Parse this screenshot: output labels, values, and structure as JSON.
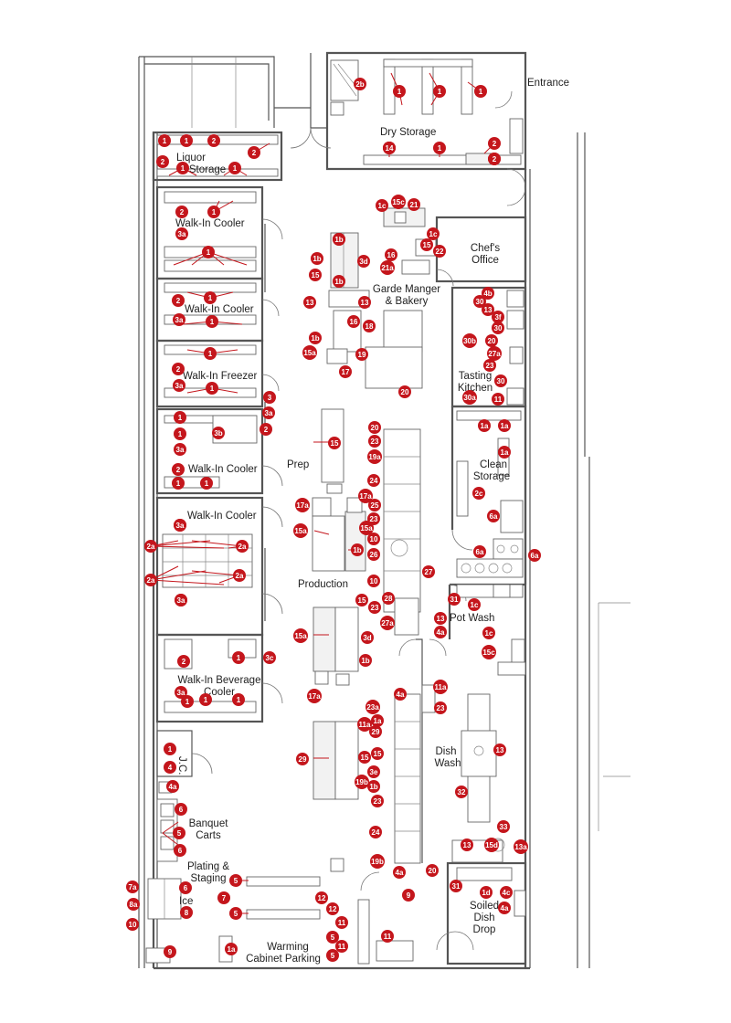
{
  "rooms": [
    {
      "id": "entrance",
      "lines": [
        "Entrance"
      ]
    },
    {
      "id": "dry-storage",
      "lines": [
        "Dry Storage"
      ]
    },
    {
      "id": "liquor-storage",
      "lines": [
        "Liquor",
        "Storage"
      ]
    },
    {
      "id": "walk-in-cooler-1",
      "lines": [
        "Walk-In Cooler"
      ]
    },
    {
      "id": "walk-in-cooler-2",
      "lines": [
        "Walk-In Cooler"
      ]
    },
    {
      "id": "walk-in-freezer",
      "lines": [
        "Walk-In Freezer"
      ]
    },
    {
      "id": "walk-in-cooler-3",
      "lines": [
        "Walk-In Cooler"
      ]
    },
    {
      "id": "walk-in-cooler-4",
      "lines": [
        "Walk-In Cooler"
      ]
    },
    {
      "id": "walk-in-beverage-cooler",
      "lines": [
        "Walk-In Beverage",
        "Cooler"
      ]
    },
    {
      "id": "janitor-closet",
      "lines": [
        "J.C."
      ]
    },
    {
      "id": "banquet-carts",
      "lines": [
        "Banquet",
        "Carts"
      ]
    },
    {
      "id": "plating-staging",
      "lines": [
        "Plating &",
        "Staging"
      ]
    },
    {
      "id": "ice",
      "lines": [
        "Ice"
      ]
    },
    {
      "id": "warming-cabinet-parking",
      "lines": [
        "Warming",
        "Cabinet Parking"
      ]
    },
    {
      "id": "chefs-office",
      "lines": [
        "Chef's",
        "Office"
      ]
    },
    {
      "id": "garde-manger-bakery",
      "lines": [
        "Garde Manger",
        "& Bakery"
      ]
    },
    {
      "id": "tasting-kitchen",
      "lines": [
        "Tasting",
        "Kitchen"
      ]
    },
    {
      "id": "clean-storage",
      "lines": [
        "Clean",
        "Storage"
      ]
    },
    {
      "id": "prep",
      "lines": [
        "Prep"
      ]
    },
    {
      "id": "production",
      "lines": [
        "Production"
      ]
    },
    {
      "id": "pot-wash",
      "lines": [
        "Pot Wash"
      ]
    },
    {
      "id": "dish-wash",
      "lines": [
        "Dish",
        "Wash"
      ]
    },
    {
      "id": "soiled-dish-drop",
      "lines": [
        "Soiled",
        "Dish",
        "Drop"
      ]
    }
  ],
  "tags": [
    "2b",
    "1",
    "1",
    "1",
    "1",
    "1",
    "2",
    "2",
    "2",
    "14",
    "2",
    "1",
    "1",
    "2",
    "2",
    "2",
    "1",
    "1",
    "1c",
    "15c",
    "21",
    "1c",
    "15",
    "16",
    "22",
    "21a",
    "1b",
    "15",
    "3d",
    "1b",
    "15",
    "1b",
    "13",
    "13",
    "1b",
    "16",
    "18",
    "15a",
    "19",
    "17",
    "20",
    "4b",
    "30",
    "13",
    "3f",
    "30",
    "20",
    "30b",
    "27a",
    "23",
    "30",
    "30a",
    "11",
    "2",
    "1",
    "3a",
    "1",
    "2",
    "1",
    "3a",
    "1",
    "2",
    "1",
    "3a",
    "1",
    "3",
    "2",
    "3a",
    "1",
    "3a",
    "1",
    "2",
    "1",
    "1",
    "3a",
    "3b",
    "2a",
    "15",
    "20",
    "23",
    "19a",
    "24",
    "17a",
    "17a",
    "25",
    "15a",
    "23",
    "15a",
    "1b",
    "10",
    "26",
    "10",
    "27",
    "28",
    "15",
    "23",
    "3d",
    "15a",
    "27a",
    "1b",
    "17a",
    "13",
    "4a",
    "1a",
    "1a",
    "1a",
    "2c",
    "6a",
    "6a",
    "6a",
    "31",
    "1c",
    "1c",
    "15c",
    "3a",
    "2a",
    "2a",
    "2a",
    "2a",
    "3a",
    "2",
    "1",
    "3c",
    "3a",
    "1",
    "1",
    "1",
    "1",
    "4",
    "4a",
    "6",
    "5",
    "6",
    "6",
    "7a",
    "8a",
    "8",
    "10",
    "9",
    "7",
    "5",
    "12",
    "5",
    "12",
    "11",
    "5",
    "11",
    "5",
    "11",
    "1a",
    "4a",
    "11a",
    "23a",
    "23",
    "1a",
    "29",
    "11a",
    "15",
    "29",
    "15",
    "3e",
    "19b",
    "1b",
    "23",
    "24",
    "19b",
    "20",
    "4a",
    "9",
    "13",
    "32",
    "33",
    "13",
    "15d",
    "13a",
    "31",
    "1d",
    "4c",
    "4a",
    "13"
  ]
}
